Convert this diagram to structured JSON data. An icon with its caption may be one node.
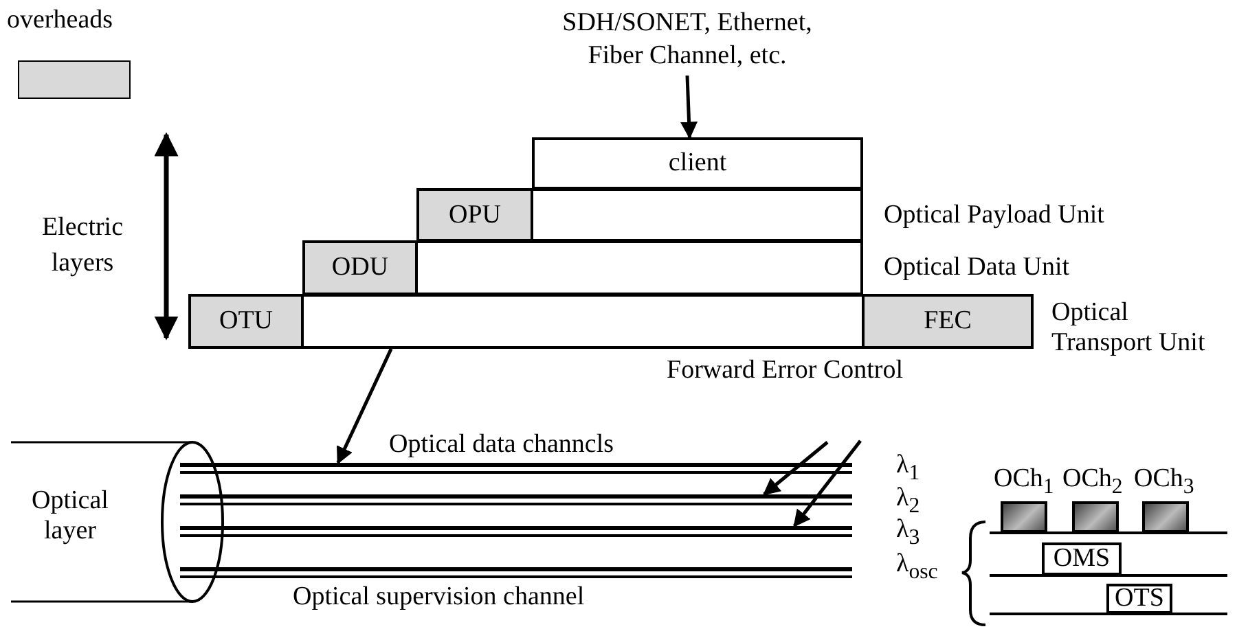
{
  "diagram": {
    "nodes": [
      {
        "text": [
          "SDH/SONET, Ethernet, Fiber Channel, etc."
        ]
      },
      {
        "text": [
          "client"
        ]
      },
      {
        "text": [
          "OPU"
        ]
      },
      {
        "text": [],
        "shape": "box",
        "beside": [
          "Optical Payload Unit"
        ]
      },
      {
        "text": [
          "ODU"
        ]
      },
      {
        "text": [],
        "shape": "box",
        "beside": [
          "Optical Data Unit"
        ]
      },
      {
        "text": [
          "OTU"
        ]
      },
      {
        "text": [],
        "shape": "box"
      },
      {
        "text": [
          "FEC"
        ],
        "beside": [
          "Forward Error Control",
          "Optical Transport Unit"
        ]
      },
      {
        "text": [
          "Optical layer"
        ]
      },
      {
        "text": [],
        "shape": "bar",
        "beside": [
          "λ$_{1}$"
        ]
      },
      {
        "text": [],
        "shape": "bar",
        "beside": [
          "λ$_{2}$"
        ]
      },
      {
        "text": [],
        "shape": "bar",
        "beside": [
          "λ$_{3}$"
        ]
      },
      {
        "text": [],
        "shape": "bar",
        "beside": [
          "λ$_{osc}$"
        ]
      },
      {
        "text": [],
        "shape": "box",
        "beside": [
          "OCh$_{1}$"
        ]
      },
      {
        "text": [],
        "shape": "box",
        "beside": [
          "OCh$_{2}$"
        ]
      },
      {
        "text": [],
        "shape": "box",
        "beside": [
          "OCh$_{3}$"
        ]
      },
      {
        "text": [
          "OMS"
        ]
      },
      {
        "text": [
          "OTS"
        ]
      }
    ],
    "edges": [
      {
        "from": 0,
        "to": 1,
        "arrow": "to"
      },
      {
        "from": 7,
        "to": 10,
        "arrow": "to"
      },
      {
        "from": null,
        "to": 11,
        "arrow": "to"
      },
      {
        "from": null,
        "to": 12,
        "arrow": "to"
      }
    ],
    "labels": [
      "Electric layers",
      "Optical data channcls",
      "Optical supervision channel"
    ],
    "legend": [
      {
        "text": "overheads",
        "color": "#d9d9d9"
      }
    ]
  }
}
